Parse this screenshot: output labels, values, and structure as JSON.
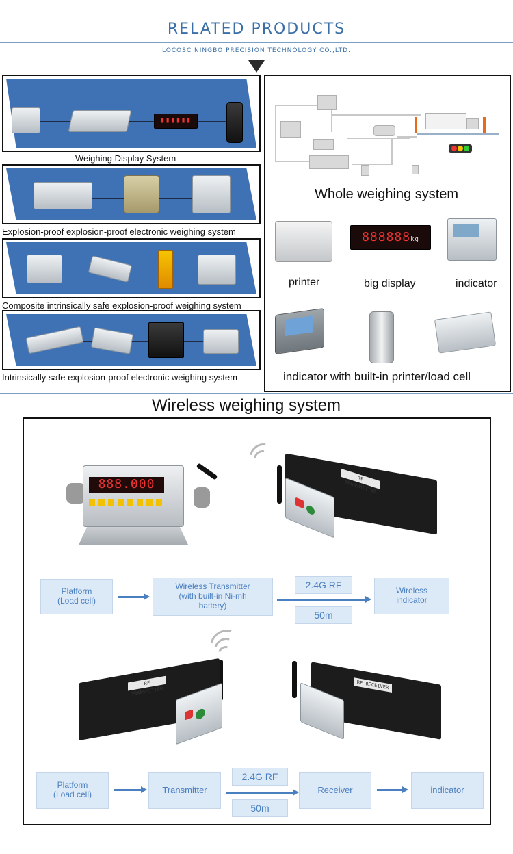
{
  "header": {
    "title": "RELATED PRODUCTS",
    "subtitle": "LOCOSC NINGBO PRECISION TECHNOLOGY CO.,LTD."
  },
  "systems": [
    {
      "label": "Weighing Display System"
    },
    {
      "label": "Explosion-proof explosion-proof electronic weighing system"
    },
    {
      "label": "Composite intrinsically safe explosion-proof weighing system"
    },
    {
      "label": "Intrinsically safe explosion-proof electronic weighing system"
    }
  ],
  "right_panel": {
    "title": "Whole weighing system",
    "items": [
      {
        "label": "printer"
      },
      {
        "label": "big display"
      },
      {
        "label": "indicator"
      }
    ],
    "bottom_label": "indicator with built-in printer/load cell",
    "display_digits": "888888",
    "display_unit": "kg"
  },
  "wireless": {
    "title": "Wireless weighing system",
    "indicator_readout": "888.000",
    "flow1": {
      "platform": "Platform\n(Load cell)",
      "transmitter": "Wireless Transmitter\n(with built-in Ni-mh\nbattery)",
      "freq": "2.4G RF",
      "distance": "50m",
      "indicator": "Wireless\nindicator"
    },
    "flow2": {
      "platform": "Platform\n(Load cell)",
      "transmitter": "Transmitter",
      "freq": "2.4G RF",
      "distance": "50m",
      "receiver": "Receiver",
      "indicator": "indicator"
    }
  },
  "colors": {
    "accent": "#3a6fa6",
    "band": "#3f72b5",
    "flow_box": "#dce9f7",
    "flow_text": "#4a7fc0"
  }
}
